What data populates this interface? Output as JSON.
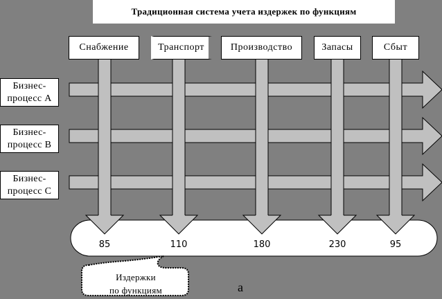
{
  "title": "Традиционная система учета издержек по функциям",
  "functions": [
    {
      "label": "Снабжение",
      "cost": "85"
    },
    {
      "label": "Транспорт",
      "cost": "110"
    },
    {
      "label": "Производство",
      "cost": "180"
    },
    {
      "label": "Запасы",
      "cost": "230"
    },
    {
      "label": "Сбыт",
      "cost": "95"
    }
  ],
  "processes": [
    {
      "line1": "Бизнес-",
      "line2": "процесс A"
    },
    {
      "line1": "Бизнес-",
      "line2": "процесс B"
    },
    {
      "line1": "Бизнес-",
      "line2": "процесс C"
    }
  ],
  "callout": {
    "line1": "Издержки",
    "line2": "по функциям"
  },
  "figure_label": "а",
  "colors": {
    "background": "#808080",
    "arrow_fill": "#c0c0c0",
    "box_fill": "#ffffff",
    "outline": "#000000"
  }
}
